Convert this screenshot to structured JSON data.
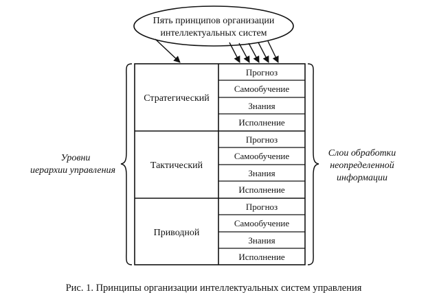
{
  "diagram": {
    "principles_label_line1": "Пять принципов организации",
    "principles_label_line2": "интеллектуальных систем",
    "left_label_line1": "Уровни",
    "left_label_line2": "иерархии управления",
    "right_label_line1": "Слои обработки",
    "right_label_line2": "неопределенной",
    "right_label_line3": "информации",
    "levels": [
      {
        "name": "Стратегический",
        "layers": [
          "Прогноз",
          "Самообучение",
          "Знания",
          "Исполнение"
        ]
      },
      {
        "name": "Тактический",
        "layers": [
          "Прогноз",
          "Самообучение",
          "Знания",
          "Исполнение"
        ]
      },
      {
        "name": "Приводной",
        "layers": [
          "Прогноз",
          "Самообучение",
          "Знания",
          "Исполнение"
        ]
      }
    ]
  },
  "caption": "Рис. 1. Принципы организации интеллектуальных систем управления"
}
